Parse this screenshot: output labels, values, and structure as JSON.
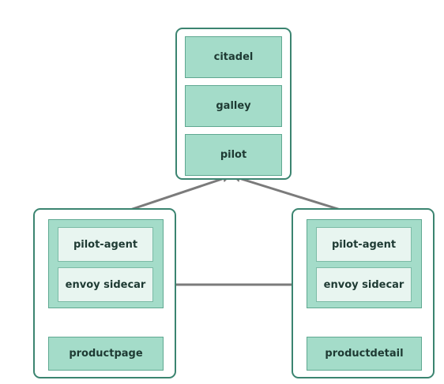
{
  "control_plane": {
    "components": [
      "citadel",
      "galley",
      "pilot"
    ]
  },
  "left_node": {
    "agent": "pilot-agent",
    "sidecar": "envoy sidecar",
    "service": "productpage"
  },
  "right_node": {
    "agent": "pilot-agent",
    "sidecar": "envoy sidecar",
    "service": "productdetail"
  },
  "colors": {
    "outline": "#3b8470",
    "box_fill": "#a4dcc9",
    "box_light_fill": "#e8f5f0",
    "arrow": "#7b7b7b"
  }
}
